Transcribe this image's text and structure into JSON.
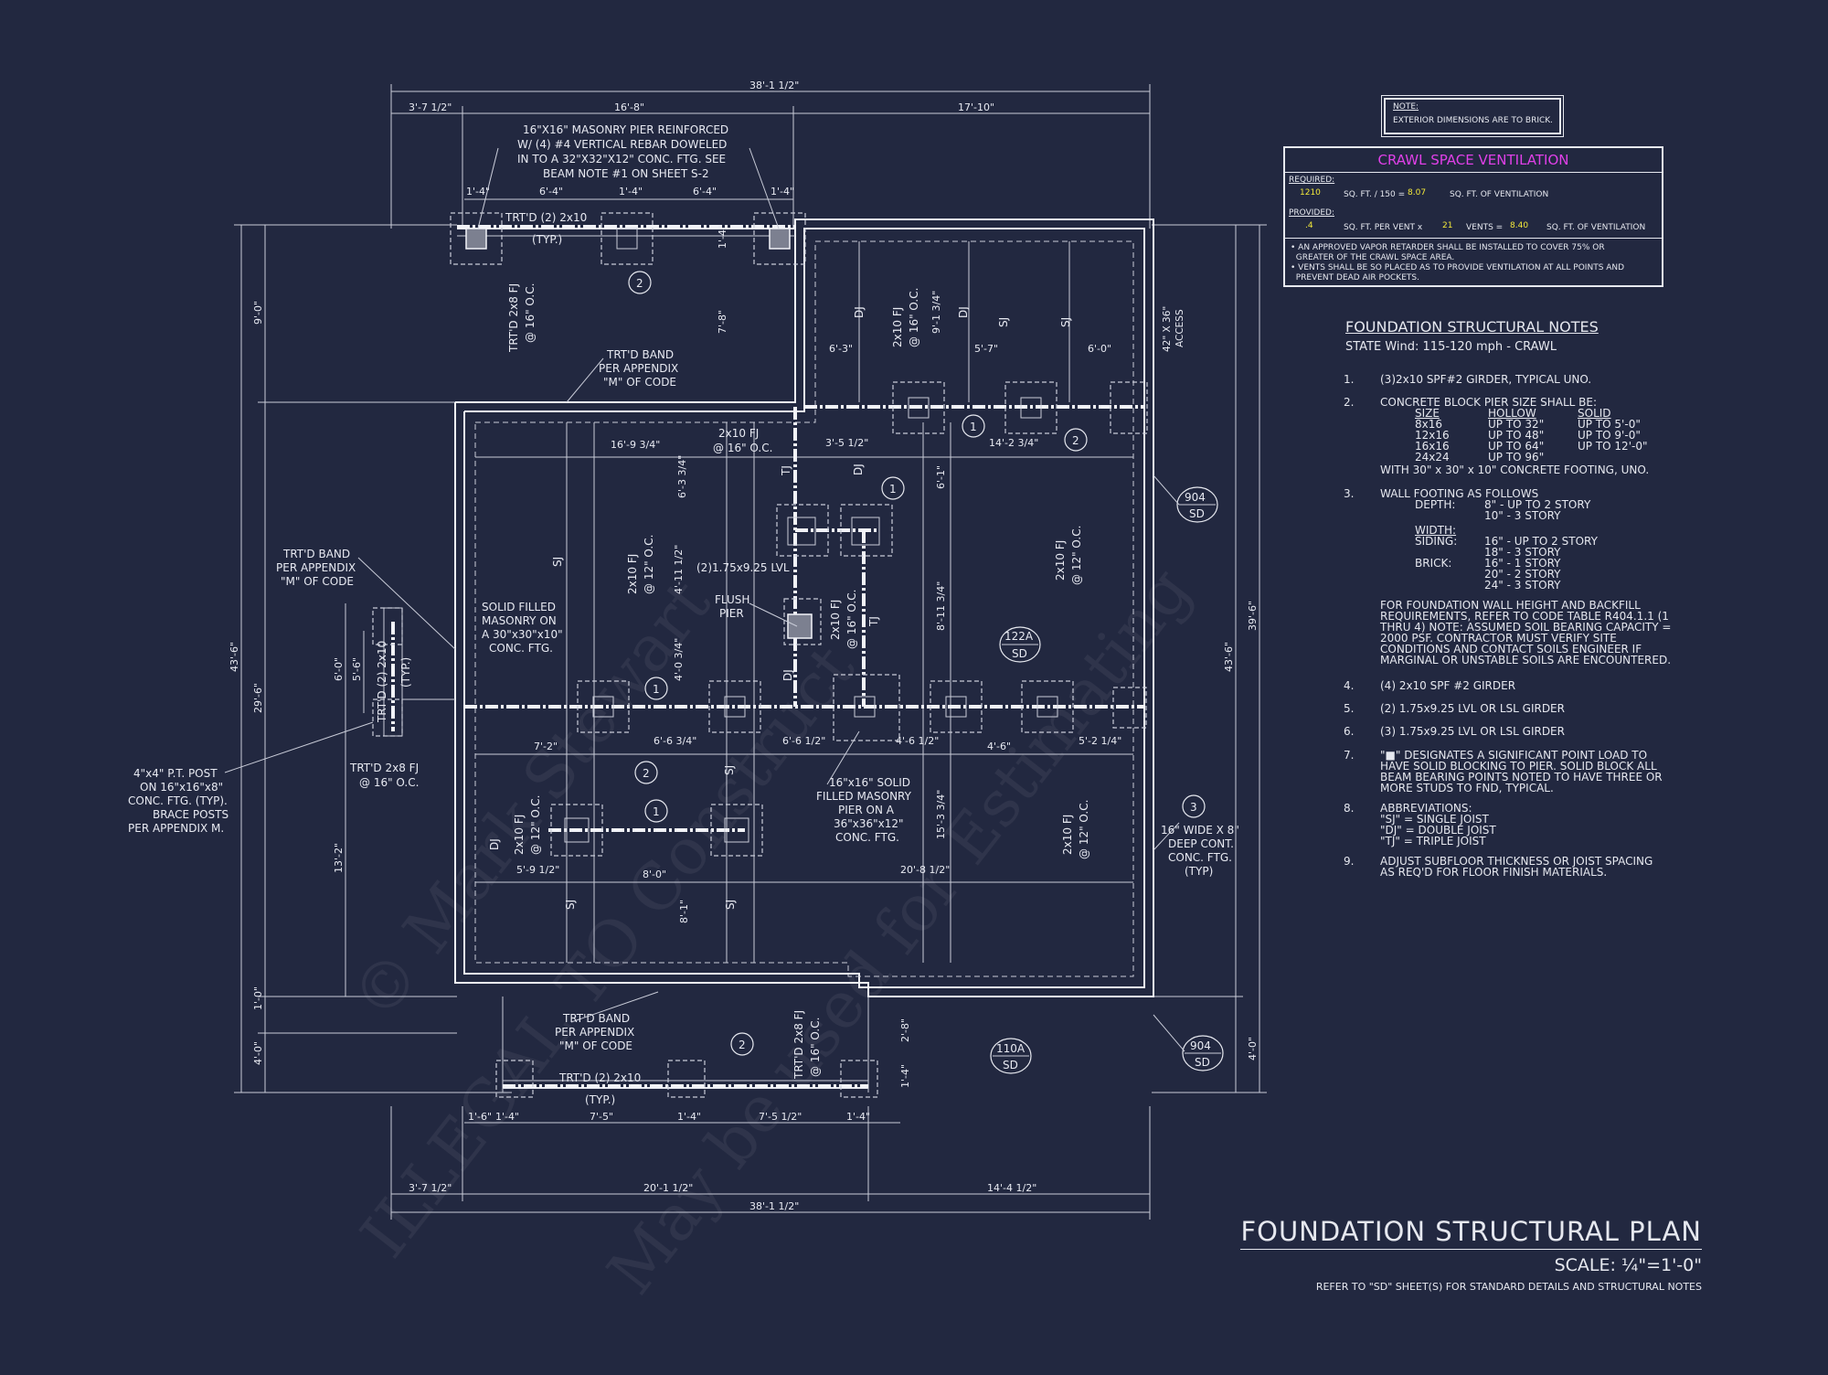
{
  "title": "FOUNDATION STRUCTURAL PLAN",
  "scale": "SCALE: ¼\"=1'-0\"",
  "refer_note": "REFER TO \"SD\" SHEET(S) FOR STANDARD DETAILS AND STRUCTURAL NOTES",
  "watermark": [
    "© Mark Stewart",
    "May be used for Estimating",
    "ILLEGAL TO Construct"
  ],
  "note_box": {
    "head": "NOTE:",
    "text": "EXTERIOR DIMENSIONS ARE TO BRICK."
  },
  "crawl": {
    "title": "CRAWL SPACE VENTILATION",
    "required_label": "REQUIRED:",
    "required_val": "1210",
    "req_mid": "SQ. FT. / 150 =",
    "req_val2": "8.07",
    "req_end": "SQ. FT. OF VENTILATION",
    "provided_label": "PROVIDED:",
    "prov_val": ".4",
    "prov_mid": "SQ. FT. PER VENT x",
    "prov_val2": "21",
    "prov_mid2": "VENTS =",
    "prov_val3": "8.40",
    "prov_end": "SQ. FT. OF VENTILATION",
    "bullet1a": "• AN APPROVED VAPOR RETARDER SHALL BE INSTALLED TO COVER 75% OR",
    "bullet1b": "  GREATER OF THE CRAWL SPACE AREA.",
    "bullet2a": "• VENTS SHALL BE SO PLACED AS TO PROVIDE VENTILATION AT ALL POINTS AND",
    "bullet2b": "  PREVENT DEAD AIR POCKETS."
  },
  "notes": {
    "title": "FOUNDATION STRUCTURAL NOTES",
    "subtitle": "STATE Wind: 115-120 mph - CRAWL",
    "n1": "(3)2x10 SPF#2 GIRDER, TYPICAL UNO.",
    "n2": "CONCRETE BLOCK PIER SIZE SHALL BE:",
    "pier_head": [
      "SIZE",
      "HOLLOW",
      "SOLID"
    ],
    "pier_rows": [
      [
        "8x16",
        "UP TO 32\"",
        "UP TO 5'-0\""
      ],
      [
        "12x16",
        "UP TO 48\"",
        "UP TO 9'-0\""
      ],
      [
        "16x16",
        "UP TO 64\"",
        "UP TO 12'-0\""
      ],
      [
        "24x24",
        "UP TO 96\"",
        ""
      ]
    ],
    "n2b": "WITH 30\" x 30\" x 10\" CONCRETE FOOTING, UNO.",
    "n3": "WALL FOOTING AS FOLLOWS",
    "n3_depth": "DEPTH:",
    "n3_depth1": "8\" - UP TO 2 STORY",
    "n3_depth2": "10\" - 3 STORY",
    "n3_width": "WIDTH:",
    "n3_siding": "SIDING:",
    "n3_siding1": "16\" - UP TO 2 STORY",
    "n3_siding2": "18\" - 3 STORY",
    "n3_brick": "BRICK:",
    "n3_brick1": "16\" - 1 STORY",
    "n3_brick2": "20\" - 2 STORY",
    "n3_brick3": "24\" - 3 STORY",
    "n3b": [
      "FOR FOUNDATION WALL HEIGHT AND BACKFILL",
      "REQUIREMENTS, REFER TO CODE TABLE R404.1.1 (1",
      "THRU 4) NOTE: ASSUMED SOIL BEARING CAPACITY =",
      "2000 PSF. CONTRACTOR MUST VERIFY SITE",
      "CONDITIONS AND CONTACT SOILS ENGINEER IF",
      "MARGINAL OR UNSTABLE SOILS ARE ENCOUNTERED."
    ],
    "n4": "(4) 2x10 SPF #2 GIRDER",
    "n5": "(2) 1.75x9.25 LVL OR LSL GIRDER",
    "n6": "(3) 1.75x9.25 LVL OR LSL GIRDER",
    "n7": [
      "\"■\" DESIGNATES A SIGNIFICANT POINT LOAD TO",
      "HAVE SOLID BLOCKING TO PIER. SOLID BLOCK ALL",
      "BEAM BEARING POINTS NOTED TO HAVE THREE OR",
      "MORE STUDS TO FND, TYPICAL."
    ],
    "n8": "ABBREVIATIONS:",
    "n8_list": [
      "\"SJ\" = SINGLE JOIST",
      "\"DJ\" = DOUBLE JOIST",
      "\"TJ\" = TRIPLE JOIST"
    ],
    "n9": [
      "ADJUST SUBFLOOR THICKNESS OR JOIST SPACING",
      "AS REQ'D FOR FLOOR FINISH MATERIALS."
    ],
    "nums": [
      "1.",
      "2.",
      "3.",
      "4.",
      "5.",
      "6.",
      "7.",
      "8.",
      "9."
    ]
  },
  "dims": {
    "top_total": "38'-1 1/2\"",
    "top_a": "3'-7 1/2\"",
    "top_b": "16'-8\"",
    "top_c": "17'-10\"",
    "bot_total": "38'-1 1/2\"",
    "bot_a": "3'-7 1/2\"",
    "bot_b": "20'-1 1/2\"",
    "bot_c": "14'-4 1/2\"",
    "left_total": "43'-6\"",
    "left_a": "9'-0\"",
    "left_b": "29'-6\"",
    "left_c": "1'-0\"",
    "left_d": "4'-0\"",
    "left_e": "13'-2\"",
    "left_f": "6'-0\"",
    "left_g": "5'-6\"",
    "right_total": "43'-6\"",
    "right_a": "39'-6\"",
    "right_b": "4'-0\"",
    "pier_top": [
      "1'-4\"",
      "6'-4\"",
      "1'-4\"",
      "6'-4\"",
      "1'-4\""
    ],
    "pier_bot": [
      "1'-6\"",
      "1'-4\"",
      "7'-5\"",
      "1'-4\"",
      "7'-5 1/2\"",
      "1'-4\""
    ],
    "inner": [
      "16'-9 3/4\"",
      "6'-3 3/4\"",
      "4'-11 1/2\"",
      "4'-0 3/4\"",
      "7'-2\"",
      "6'-6 3/4\"",
      "6'-6 1/2\"",
      "4'-6 1/2\"",
      "4'-6\"",
      "5'-2 1/4\"",
      "5'-9 1/2\"",
      "8'-0\"",
      "8'-1\"",
      "20'-8 1/2\"",
      "15'-3 3/4\"",
      "8'-11 3/4\"",
      "6'-1\"",
      "14'-2 3/4\"",
      "3'-5 1/2\"",
      "6'-3\"",
      "5'-7\"",
      "6'-0\"",
      "9'-1 3/4\"",
      "7'-8\"",
      "1'-4\"",
      "2'-8\"",
      "1'-4\""
    ]
  },
  "labels": {
    "pier_note": [
      "16\"X16\" MASONRY PIER REINFORCED",
      "W/ (4) #4 VERTICAL REBAR DOWELED",
      "IN TO A 32\"X32\"X12\" CONC. FTG. SEE",
      "BEAM NOTE #1 ON SHEET S-2"
    ],
    "trtd_top": "TRT'D (2) 2x10",
    "typ": "(TYP.)",
    "trtd_band_top": [
      "TRT'D BAND",
      "PER APPENDIX",
      "\"M\" OF CODE"
    ],
    "trtd_band_left": [
      "TRT'D BAND",
      "PER APPENDIX",
      "\"M\" OF CODE"
    ],
    "trtd_band_bot": [
      "TRT'D BAND",
      "PER APPENDIX",
      "\"M\" OF CODE"
    ],
    "trtd_2x8": "TRT'D 2x8 FJ",
    "at16": "@ 16\" O.C.",
    "at12": "@ 12\" O.C.",
    "fj2x10": "2x10 FJ",
    "lvl": "(2)1.75x9.25 LVL",
    "flush": [
      "FLUSH",
      "PIER"
    ],
    "solid_filled": [
      "SOLID FILLED",
      "MASONRY ON",
      "A 30\"x30\"x10\"",
      "CONC. FTG."
    ],
    "post": [
      "4\"x4\" P.T. POST",
      "ON 16\"x16\"x8\"",
      "CONC. FTG. (TYP).",
      "BRACE POSTS",
      "PER APPENDIX M."
    ],
    "solid16": [
      "16\"x16\" SOLID",
      "FILLED MASONRY",
      "PIER ON A",
      "36\"x36\"x12\"",
      "CONC. FTG."
    ],
    "wide": [
      "16\" WIDE X 8\"",
      "DEEP CONT.",
      "CONC. FTG.",
      "(TYP)"
    ],
    "access": [
      "42\" X 36\"",
      "ACCESS"
    ],
    "trtd_bot": "TRT'D (2) 2x10",
    "trtd_2x10_left": "TRT'D (2) 2x10",
    "trtd_2x8_bot": "TRT'D 2x8 FJ",
    "sj": "SJ",
    "dj": "DJ",
    "tj": "TJ",
    "tags": [
      "904",
      "SD",
      "122A",
      "SD",
      "110A",
      "SD",
      "904",
      "SD"
    ],
    "callouts": [
      "1",
      "2",
      "3"
    ]
  }
}
